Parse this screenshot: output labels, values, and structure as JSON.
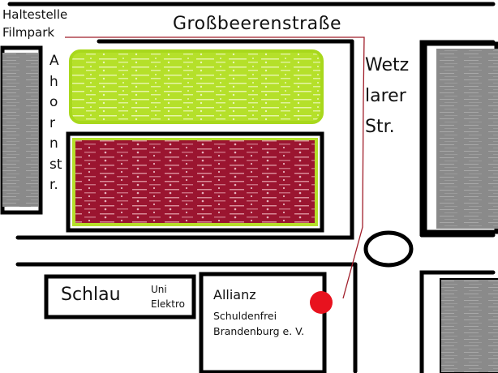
{
  "map": {
    "stop_label": [
      "Haltestelle",
      "Filmpark"
    ],
    "streets": {
      "grossbeeren": "Großbeerenstraße",
      "ahornstr": [
        "A",
        "h",
        "o",
        "r",
        "n",
        "st",
        "r."
      ],
      "wetzlarer": [
        "Wetz",
        "larer",
        "Str."
      ]
    },
    "buildings": {
      "schlau": {
        "name": "Schlau",
        "sub": [
          "Uni",
          "Elektro"
        ]
      },
      "allianz": {
        "name": "Allianz",
        "sub": [
          "Schuldenfrei",
          "Brandenburg e. V."
        ]
      }
    },
    "colors": {
      "road_line": "#000000",
      "green_area": "#b5e02a",
      "green_border": "#a8d81c",
      "red_area": "#9b1530",
      "gray_building": "#8c8c8c",
      "route": "#a01e2a",
      "destination_marker": "#e8121e"
    }
  }
}
